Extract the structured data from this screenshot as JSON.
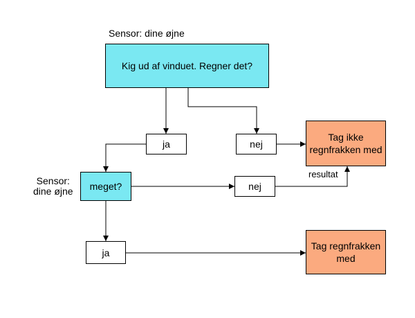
{
  "colors": {
    "decision": "#7ae8f2",
    "outcome": "#fbaa7f",
    "neutral": "#ffffff",
    "line": "#000000"
  },
  "labels": {
    "sensor_top": "Sensor: dine øjne",
    "sensor_left_line1": "Sensor:",
    "sensor_left_line2": "dine øjne",
    "resultat": "resultat"
  },
  "nodes": {
    "question_main": "Kig ud af vinduet. Regner det?",
    "answer_yes_1": "ja",
    "answer_no_1": "nej",
    "outcome_no_umbrella_line1": "Tag ikke",
    "outcome_no_umbrella_line2": "regnfrakken med",
    "question_much": "meget?",
    "answer_no_2": "nej",
    "answer_yes_2": "ja",
    "outcome_umbrella_line1": "Tag regnfrakken",
    "outcome_umbrella_line2": "med"
  }
}
